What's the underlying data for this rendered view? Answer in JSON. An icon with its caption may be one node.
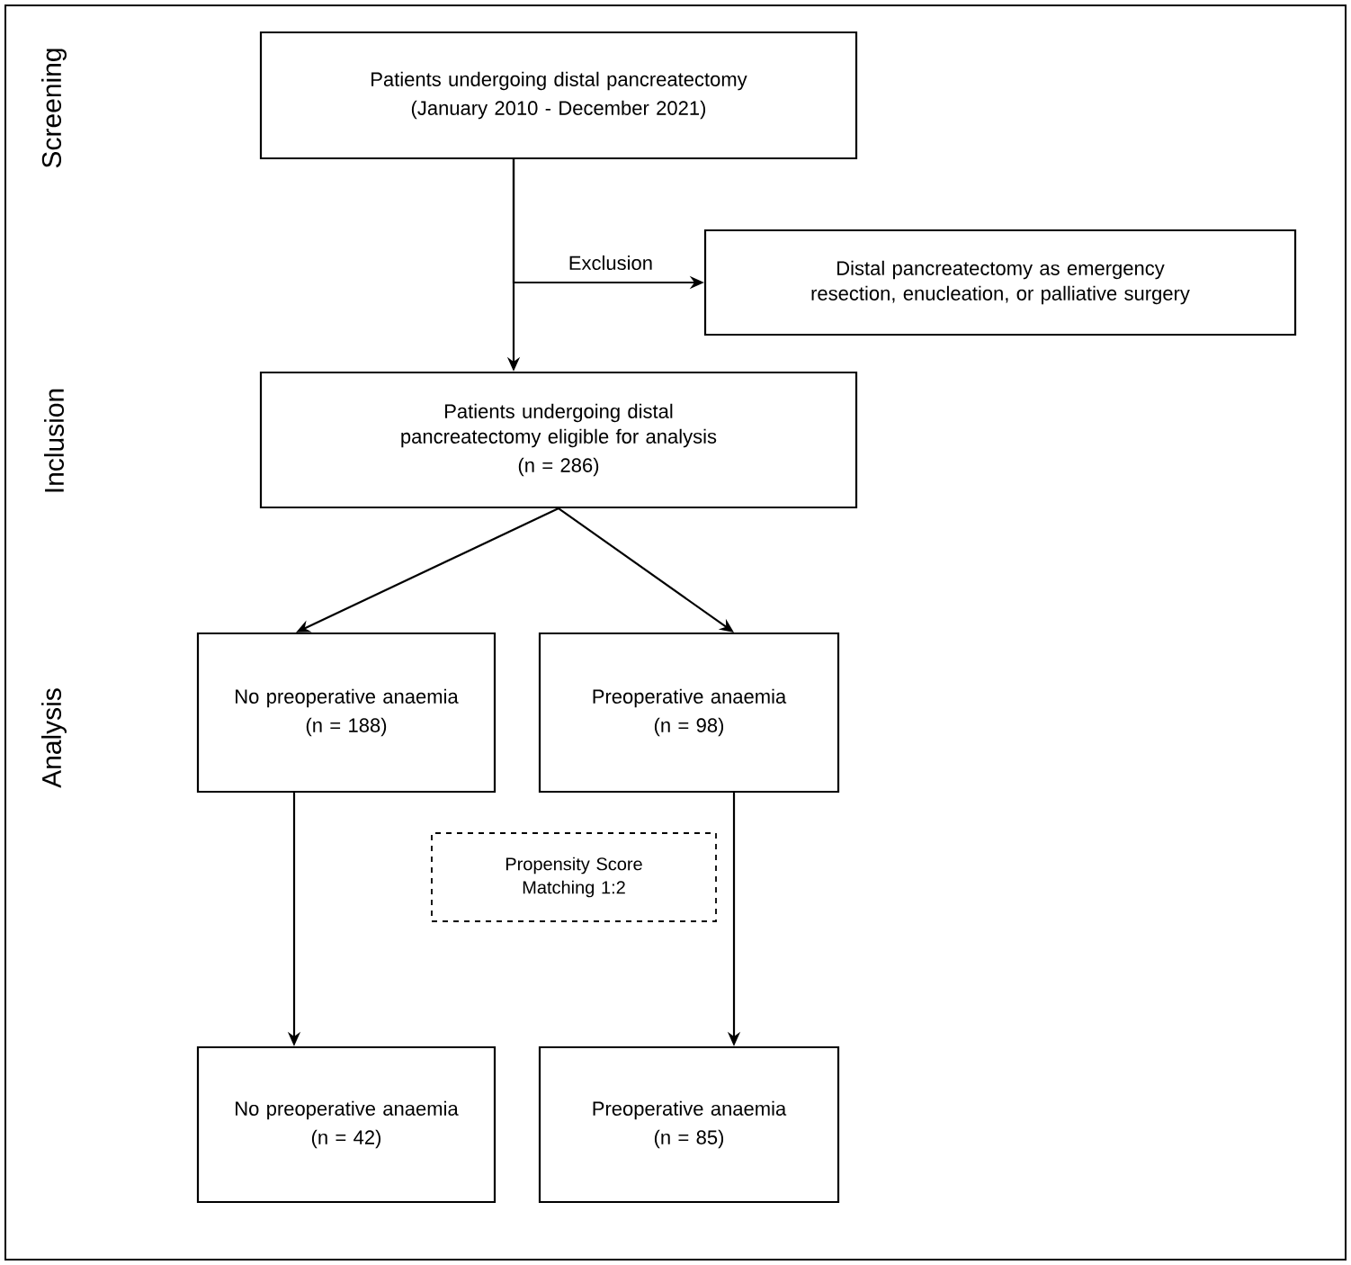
{
  "diagram": {
    "nodes": [
      {
        "text": [
          "Patients undergoing distal pancreatectomy",
          "(January 2010 - December 2021)"
        ]
      },
      {
        "text": [
          "Distal pancreatectomy as emergency resection, enucleation, or palliative surgery"
        ]
      },
      {
        "text": [
          "Patients undergoing distal pancreatectomy eligible for analysis",
          "(n = 286)"
        ]
      },
      {
        "text": [
          "No preoperative anaemia",
          "(n = 188)"
        ]
      },
      {
        "text": [
          "Preoperative anaemia",
          "(n = 98)"
        ]
      },
      {
        "text": [
          "Propensity Score Matching 1:2"
        ]
      },
      {
        "text": [
          "No preoperative anaemia",
          "(n = 42)"
        ]
      },
      {
        "text": [
          "Preoperative anaemia",
          "(n = 85)"
        ]
      }
    ],
    "edges": [
      {
        "from": 0,
        "to": 2,
        "arrow": "to"
      },
      {
        "from": 0,
        "to": 1,
        "arrow": "to",
        "label": "Exclusion"
      },
      {
        "from": 2,
        "to": 3,
        "arrow": "to"
      },
      {
        "from": 2,
        "to": 4,
        "arrow": "to"
      },
      {
        "from": 3,
        "to": 6,
        "arrow": "to"
      },
      {
        "from": 4,
        "to": 7,
        "arrow": "to"
      }
    ],
    "labels": [
      "Screening",
      "Inclusion",
      "Analysis"
    ]
  }
}
